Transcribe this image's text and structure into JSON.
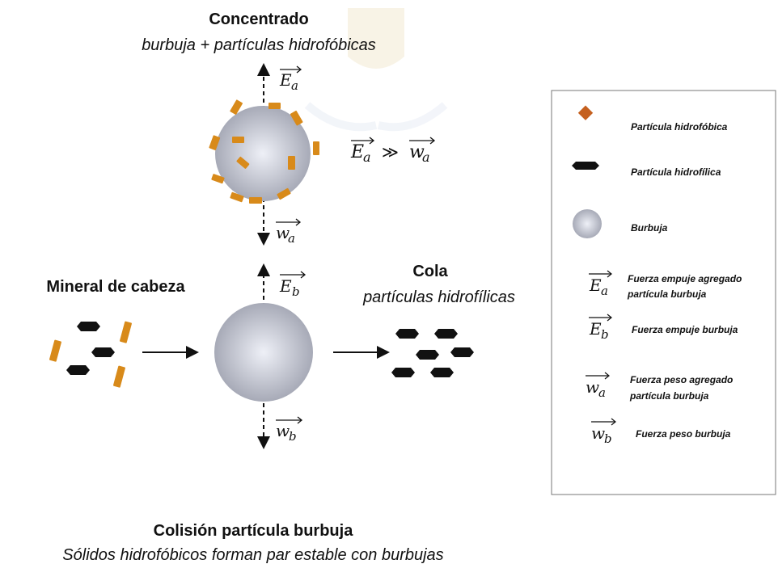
{
  "top": {
    "title": "Concentrado",
    "subtitle": "burbuja + partículas hidrofóbicas"
  },
  "left_label": "Mineral de cabeza",
  "right": {
    "title": "Cola",
    "subtitle": "partículas hidrofílicas"
  },
  "bottom": {
    "title": "Colisión partícula burbuja",
    "subtitle": "Sólidos hidrofóbicos forman par estable con burbujas"
  },
  "symbols": {
    "Ea_base": "E",
    "Ea_sub": "a",
    "Eb_base": "E",
    "Eb_sub": "b",
    "wa_base": "w",
    "wa_sub": "a",
    "wb_base": "w",
    "wb_sub": "b",
    "much_greater": "≫"
  },
  "legend": {
    "hydrophobic": "Partícula hidrofóbica",
    "hydrophilic": "Partícula hidrofílica",
    "bubble": "Burbuja",
    "Ea_line1": "Fuerza empuje agregado",
    "Ea_line2": "partícula burbuja",
    "Eb": "Fuerza empuje  burbuja",
    "wa_line1": "Fuerza peso agregado",
    "wa_line2": "partícula burbuja",
    "wb": "Fuerza peso  burbuja"
  },
  "colors": {
    "hydrophobic": "#d88a1a",
    "hydrophobic_legend": "#c5601f",
    "hydrophilic": "#111111",
    "bubble_center": "#eef0f7",
    "bubble_edge": "#a7aab7"
  },
  "icons": {
    "hydrophobic": "orange-diamond-particle-icon",
    "hydrophilic": "black-hexagon-particle-icon",
    "bubble": "bubble-icon"
  }
}
